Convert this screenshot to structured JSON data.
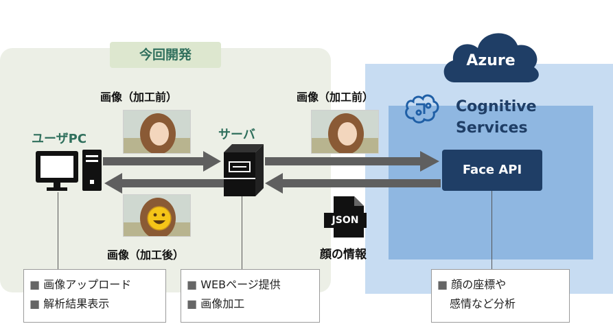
{
  "project": {
    "label": "今回開発"
  },
  "azure": {
    "label": "Azure"
  },
  "cognitive": {
    "line1": "Cognitive",
    "line2": "Services"
  },
  "face_api": {
    "label": "Face API"
  },
  "user_pc": {
    "label": "ユーザPC"
  },
  "server": {
    "label": "サーバ"
  },
  "captions": {
    "image_before_left": "画像（加工前）",
    "image_before_right": "画像（加工前）",
    "image_after": "画像（加工後）",
    "face_info": "顔の情報"
  },
  "json_icon": {
    "label": "JSON"
  },
  "notes": {
    "user_pc": {
      "bullet": "■",
      "items": [
        "画像アップロード",
        "解析結果表示"
      ]
    },
    "server": {
      "bullet": "■",
      "items": [
        "WEBページ提供",
        "画像加工"
      ]
    },
    "face_api": {
      "bullet": "■",
      "items": [
        "顔の座標や",
        "感情など分析"
      ]
    }
  },
  "colors": {
    "project_bg": "#ecefe6",
    "azure_bg": "#c7dcf2",
    "cognitive_bg": "#8fb7e1",
    "brand_dark": "#1f3e66",
    "teal": "#2f6f5c",
    "arrow": "#5f5f5f"
  }
}
